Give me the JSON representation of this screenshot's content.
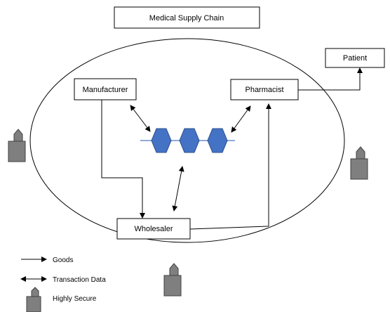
{
  "title": "Medical Supply Chain",
  "nodes": {
    "manufacturer": "Manufacturer",
    "pharmacist": "Pharmacist",
    "patient": "Patient",
    "wholesaler": "Wholesaler"
  },
  "legend": {
    "goods": "Goods",
    "transaction": "Transaction Data",
    "secure": "Highly Secure"
  },
  "colors": {
    "chain_block": "#4472c4",
    "chain_block_stroke": "#2f528f",
    "chain_line": "#8faadc",
    "lock_fill": "#7f7f7f",
    "lock_stroke": "#404040"
  },
  "icons": [
    "lock-icon",
    "hexagon-block-icon",
    "arrow-icon",
    "double-arrow-icon"
  ]
}
